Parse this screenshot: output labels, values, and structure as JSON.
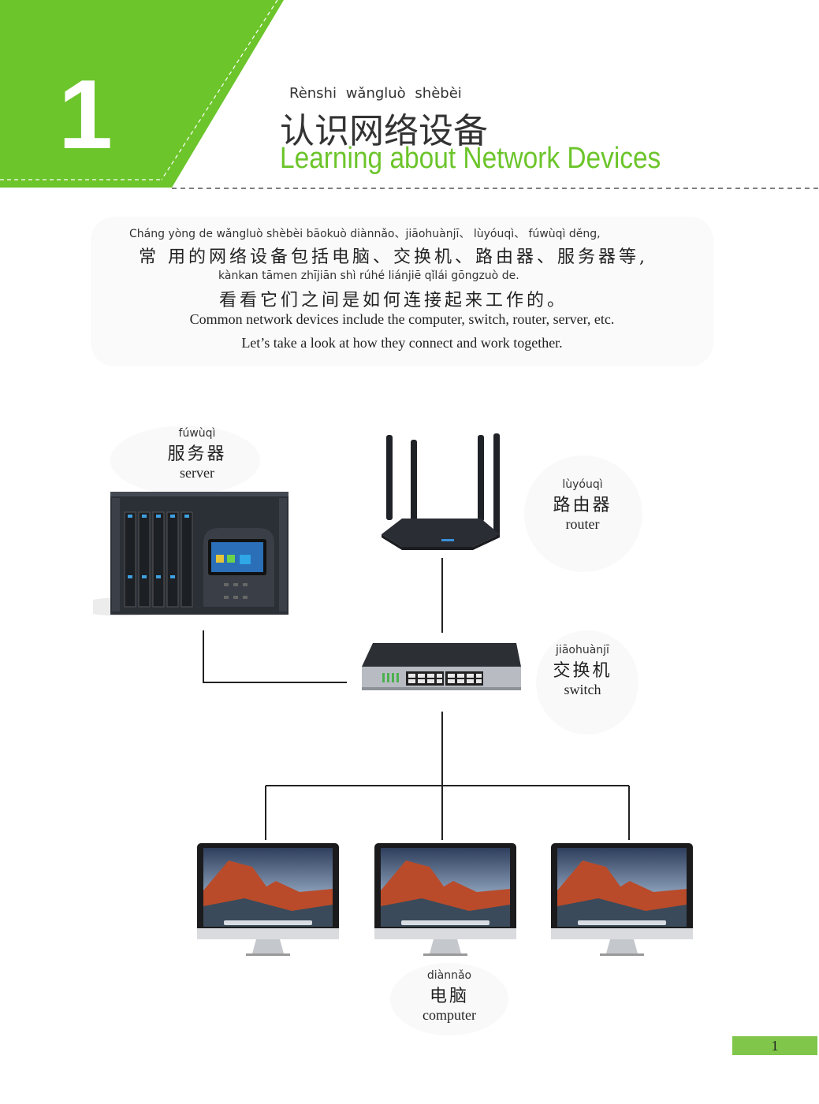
{
  "header": {
    "lesson_number": "1",
    "title_pinyin": "Rènshi wǎngluò shèbèi",
    "title_chinese": "认识网络设备",
    "title_english": "Learning about Network Devices",
    "accent_color": "#6cc52b"
  },
  "intro": {
    "line1_pinyin": "Cháng yòng de wǎngluò shèbèi bāokuò diànnǎo、jiāohuànjī、 lùyóuqì、 fúwùqì děng,",
    "line1_chinese": "常 用的网络设备包括电脑、交换机、路由器、服务器等,",
    "line2_pinyin": "kànkan tāmen zhījiān shì rúhé liánjiē qǐlái gōngzuò de.",
    "line2_chinese": "看看它们之间是如何连接起来工作的。",
    "english_1": "Common network devices include the computer, switch, router, server, etc.",
    "english_2": "Let’s take a look at how they connect and work together."
  },
  "devices": {
    "server": {
      "pinyin": "fúwùqì",
      "chinese": "服务器",
      "english": "server"
    },
    "router": {
      "pinyin": "lùyóuqì",
      "chinese": "路由器",
      "english": "router"
    },
    "switch": {
      "pinyin": "jiāohuànjī",
      "chinese": "交换机",
      "english": "switch"
    },
    "computer": {
      "pinyin": "diànnǎo",
      "chinese": "电脑",
      "english": "computer"
    }
  },
  "page_number": "1"
}
